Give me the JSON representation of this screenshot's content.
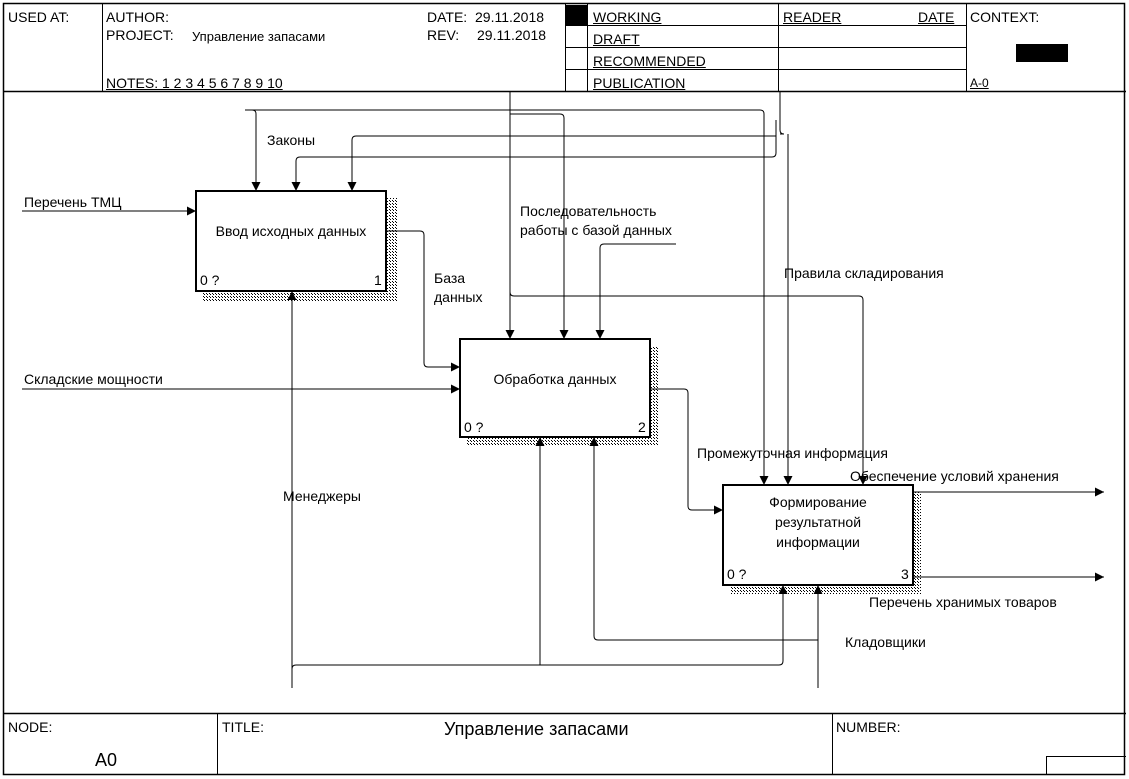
{
  "header": {
    "used_at": "USED AT:",
    "author": "AUTHOR:",
    "project_label": "PROJECT:",
    "project": "Управление запасами",
    "date_label": "DATE:",
    "date": "29.11.2018",
    "rev_label": "REV:",
    "rev": "29.11.2018",
    "notes": "NOTES:  1  2  3  4  5  6  7  8  9  10",
    "status": [
      "WORKING",
      "DRAFT",
      "RECOMMENDED",
      "PUBLICATION"
    ],
    "reader": "READER",
    "reader_date": "DATE",
    "context": "CONTEXT:",
    "context_node": "A-0"
  },
  "boxes": [
    {
      "title": "Ввод исходных данных",
      "cost": "0 ?",
      "number": "1"
    },
    {
      "title": "Обработка данных",
      "cost": "0 ?",
      "number": "2"
    },
    {
      "title": "Формирование результатной информации",
      "cost": "0 ?",
      "number": "3"
    }
  ],
  "arrows": {
    "laws": "Законы",
    "tmc_list": "Перечень ТМЦ",
    "db_sequence": "Последовательность работы с базой данных",
    "database": "База данных",
    "storage_rules": "Правила складирования",
    "warehouse_capacity": "Складские мощности",
    "intermediate": "Промежуточная информация",
    "storage_conditions": "Обеспечение условий хранения",
    "managers": "Менеджеры",
    "stored_goods": "Перечень хранимых товаров",
    "storekeepers": "Кладовщики"
  },
  "footer": {
    "node_label": "NODE:",
    "node": "A0",
    "title_label": "TITLE:",
    "title": "Управление запасами",
    "number_label": "NUMBER:"
  }
}
